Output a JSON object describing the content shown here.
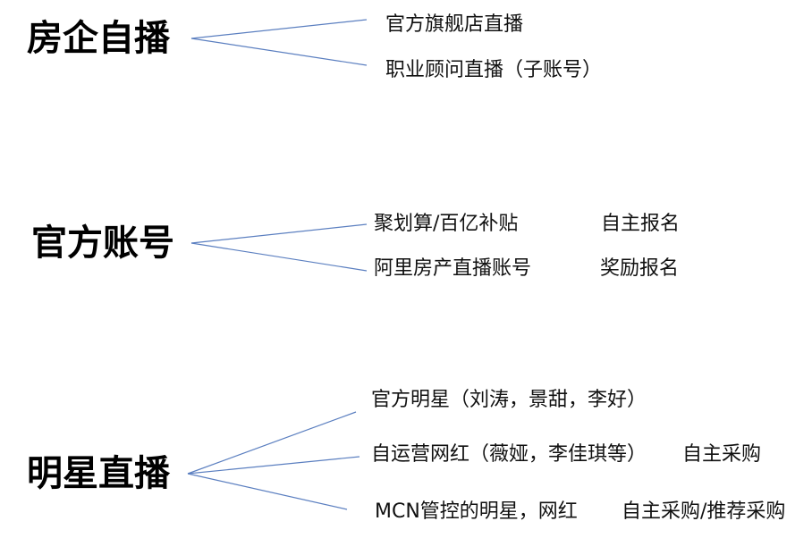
{
  "colors": {
    "connector": "#5b7fc0",
    "text": "#111111"
  },
  "groups": [
    {
      "title": "房企自播",
      "branches": [
        {
          "label": "官方旗舰店直播",
          "note": ""
        },
        {
          "label": "职业顾问直播（子账号）",
          "note": ""
        }
      ]
    },
    {
      "title": "官方账号",
      "branches": [
        {
          "label": "聚划算/百亿补贴",
          "note": "自主报名"
        },
        {
          "label": "阿里房产直播账号",
          "note": "奖励报名"
        }
      ]
    },
    {
      "title": "明星直播",
      "branches": [
        {
          "label": "官方明星（刘涛，景甜，李好）",
          "note": ""
        },
        {
          "label": "自运营网红（薇娅，李佳琪等）",
          "note": "自主采购"
        },
        {
          "label": "MCN管控的明星，网红",
          "note": "自主采购/推荐采购"
        }
      ]
    }
  ]
}
